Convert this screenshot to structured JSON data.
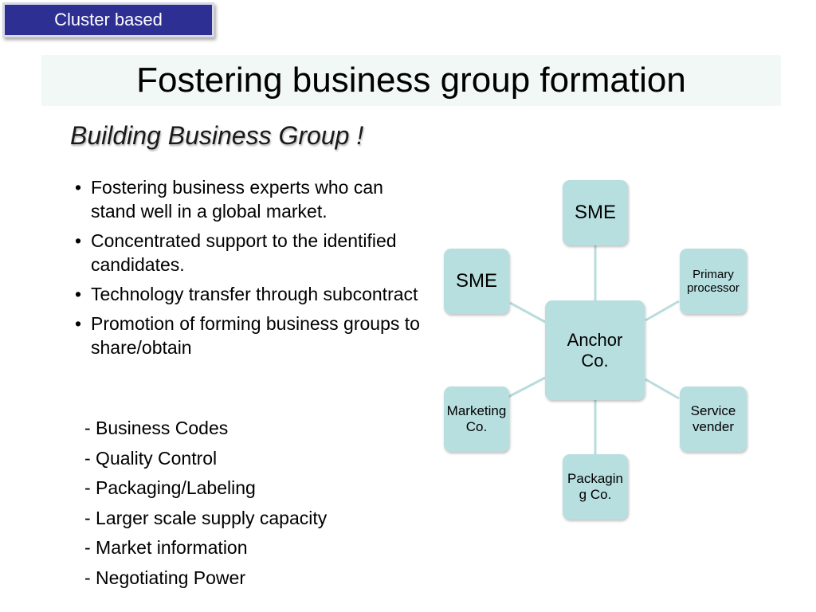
{
  "tag": "Cluster based",
  "title": "Fostering business group formation",
  "subtitle": "Building Business Group !",
  "bullets": [
    "Fostering business experts who can stand well in a global market.",
    "Concentrated support to the identified candidates.",
    "Technology transfer through subcontract",
    "Promotion of forming business groups to share/obtain"
  ],
  "sub_items": [
    "- Business Codes",
    "- Quality Control",
    "- Packaging/Labeling",
    "- Larger scale supply capacity",
    "- Market information",
    "- Negotiating Power"
  ],
  "diagram": {
    "center": "Anchor Co.",
    "nodes": {
      "top": "SME",
      "left": "SME",
      "primary": "Primary processor",
      "service": "Service vender",
      "marketing": "Marketing Co.",
      "packaging": "Packaging Co."
    },
    "colors": {
      "node_fill": "#b8dfe0",
      "connector": "#b9dcdc"
    }
  }
}
